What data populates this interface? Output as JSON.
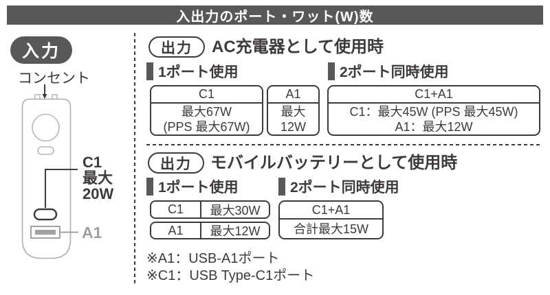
{
  "colors": {
    "banner_bg": "#595757",
    "text_dark": "#3e3a39",
    "gray_label": "#9fa0a0",
    "device_outline": "#b5b5b6"
  },
  "title": "入出力のポート・ワット(W)数",
  "input_section": {
    "badge": "入力",
    "outlet_label": "コンセント",
    "c1_port_label": "C1\n最大\n20W",
    "a1_port_label": "A1"
  },
  "ac_section": {
    "badge": "出力",
    "heading": "AC充電器として使用時",
    "one_port": {
      "heading": "1ポート使用",
      "tables": [
        {
          "header": "C1",
          "body": "最大67W\n(PPS 最大67W)"
        },
        {
          "header": "A1",
          "body": "最大\n12W"
        }
      ]
    },
    "two_port": {
      "heading": "2ポート同時使用",
      "table": {
        "header": "C1+A1",
        "body": "C1：最大45W (PPS 最大45W)\nA1：最大12W"
      }
    }
  },
  "battery_section": {
    "badge": "出力",
    "heading": "モバイルバッテリーとして使用時",
    "one_port": {
      "heading": "1ポート使用",
      "rows": [
        {
          "port": "C1",
          "watt": "最大30W"
        },
        {
          "port": "A1",
          "watt": "最大12W"
        }
      ]
    },
    "two_port": {
      "heading": "2ポート同時使用",
      "table": {
        "header": "C1+A1",
        "body": "合計最大15W"
      }
    }
  },
  "notes": {
    "a1": "※A1：USB-A1ポート",
    "c1": "※C1：USB Type-C1ポート"
  }
}
